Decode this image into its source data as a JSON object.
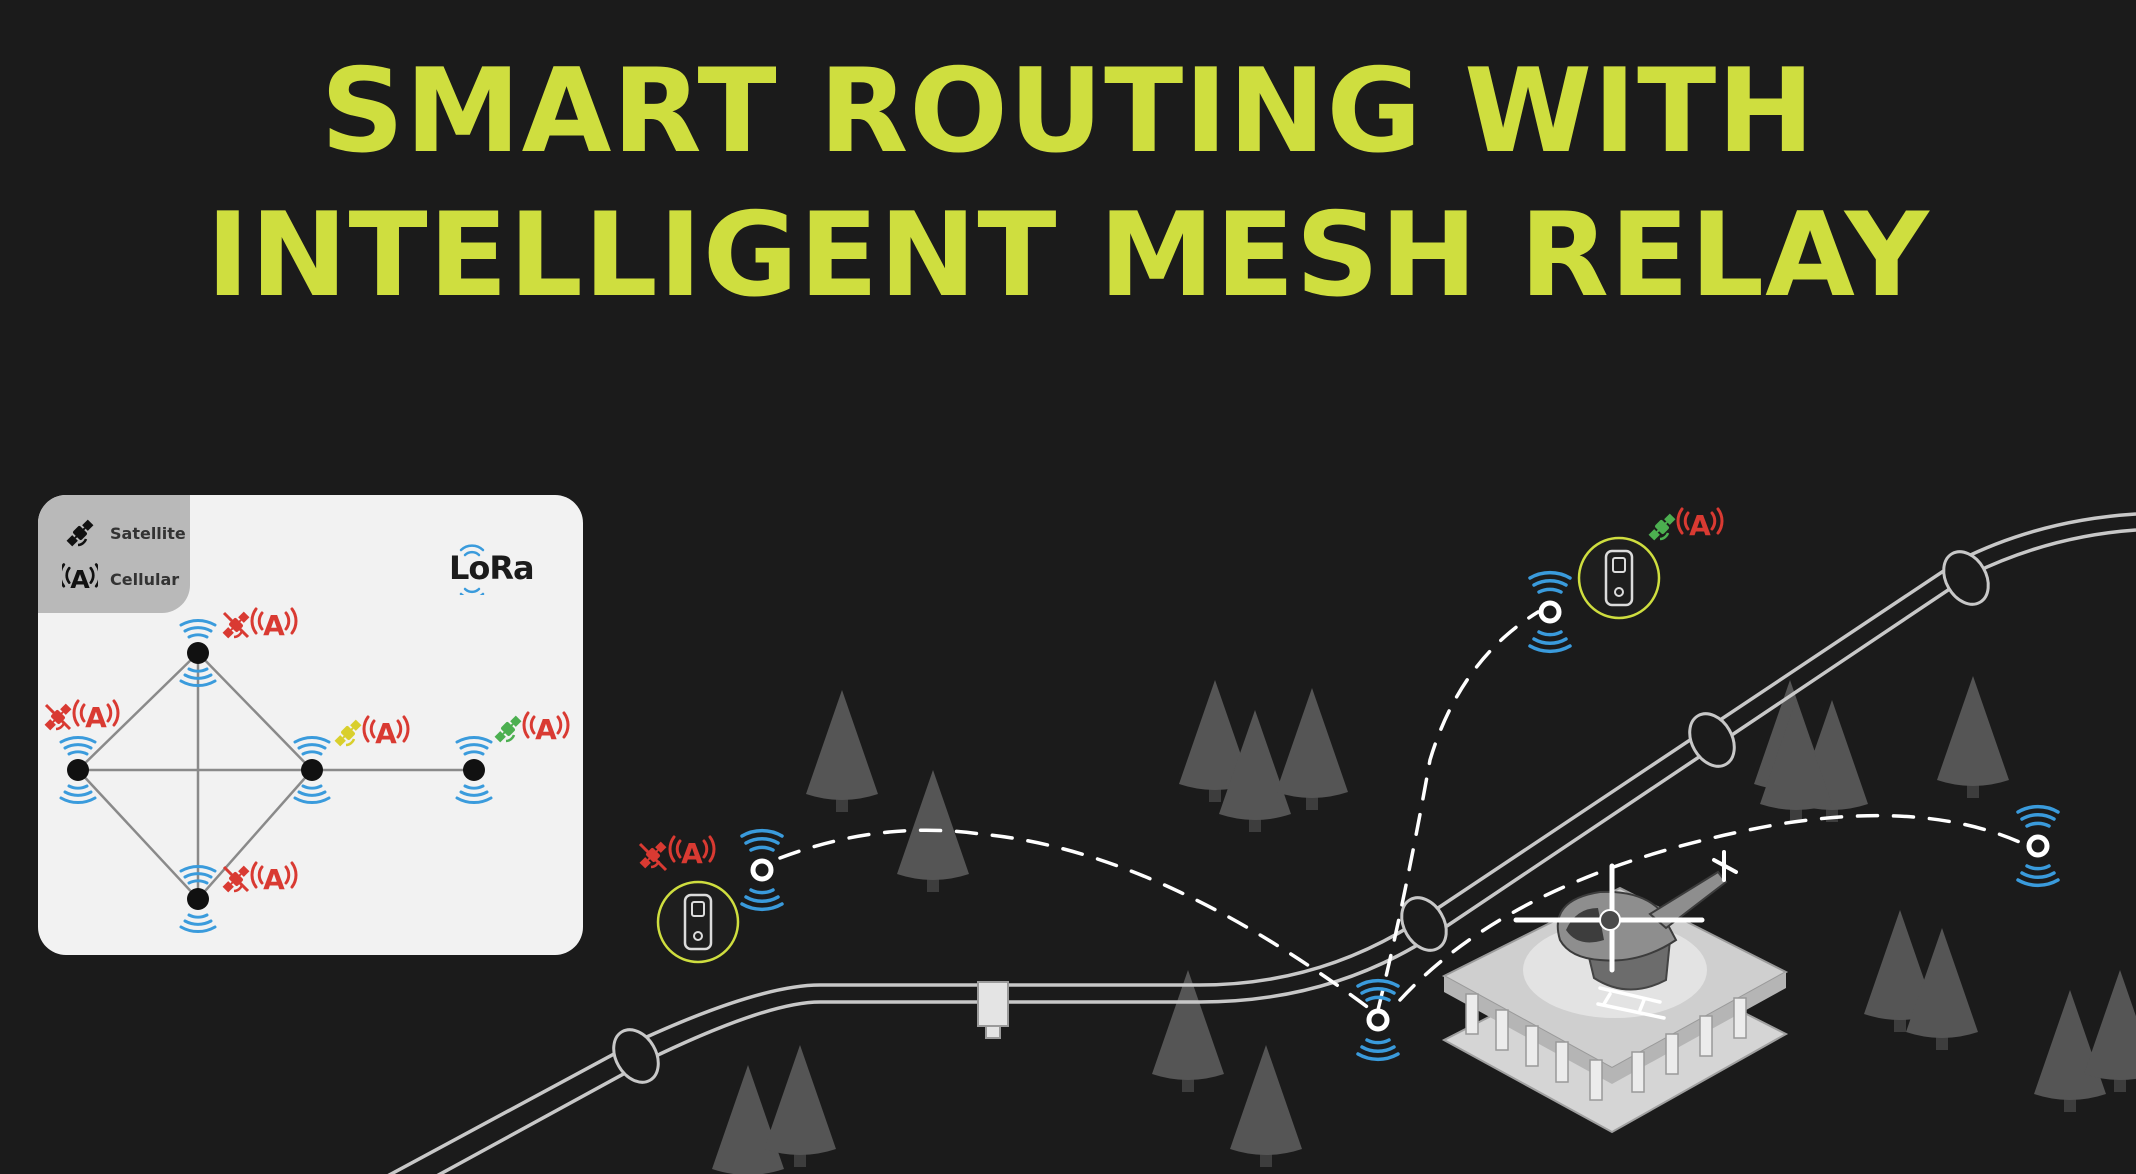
{
  "title": {
    "line1": "SMART ROUTING WITH",
    "line2": "INTELLIGENT MESH RELAY"
  },
  "legend": {
    "satellite_label": "Satellite",
    "cellular_label": "Cellular",
    "lora_label": "LoRa",
    "satellite_icon": "satellite-icon",
    "cellular_icon": "cell-tower-icon"
  },
  "colors": {
    "background": "#1b1b1b",
    "title": "#cfde3f",
    "lora_wave": "#3a9bdc",
    "unavailable": "#d93a32",
    "degraded": "#d9cf2c",
    "available": "#4caf50",
    "device_ring": "#cfde3f"
  }
}
